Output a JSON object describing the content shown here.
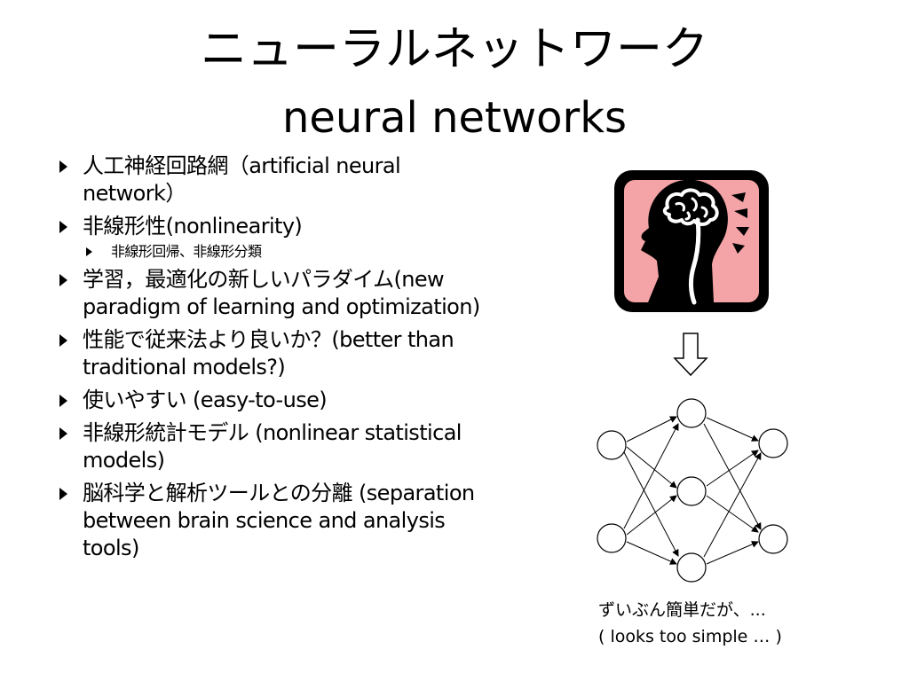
{
  "title": {
    "japanese": "ニューラルネットワーク",
    "english": "neural networks"
  },
  "bullets": [
    {
      "text": "人工神経回路網（artificial neural network）"
    },
    {
      "text": "非線形性(nonlinearity)"
    },
    {
      "text": "非線形回帰、非線形分類"
    },
    {
      "text": "学習，最適化の新しいパラダイム(new paradigm of learning and optimization)"
    },
    {
      "text": "性能で従来法より良いか？(better than traditional models?)"
    },
    {
      "text": "使いやすい (easy-to-use)"
    },
    {
      "text": "非線形統計モデル (nonlinear statistical models)"
    },
    {
      "text": "脳科学と解析ツールとの分離 (separation between brain science and analysis tools)"
    }
  ],
  "caption": {
    "line1": "ずいぶん簡単だが、...",
    "line2": "( looks too simple … )"
  },
  "icons": {
    "brain_head": "head-with-brain-icon",
    "arrow": "down-arrow-icon",
    "network": "neural-network-diagram"
  },
  "colors": {
    "icon_background": "#f4a3a6",
    "icon_frame": "#000000"
  }
}
